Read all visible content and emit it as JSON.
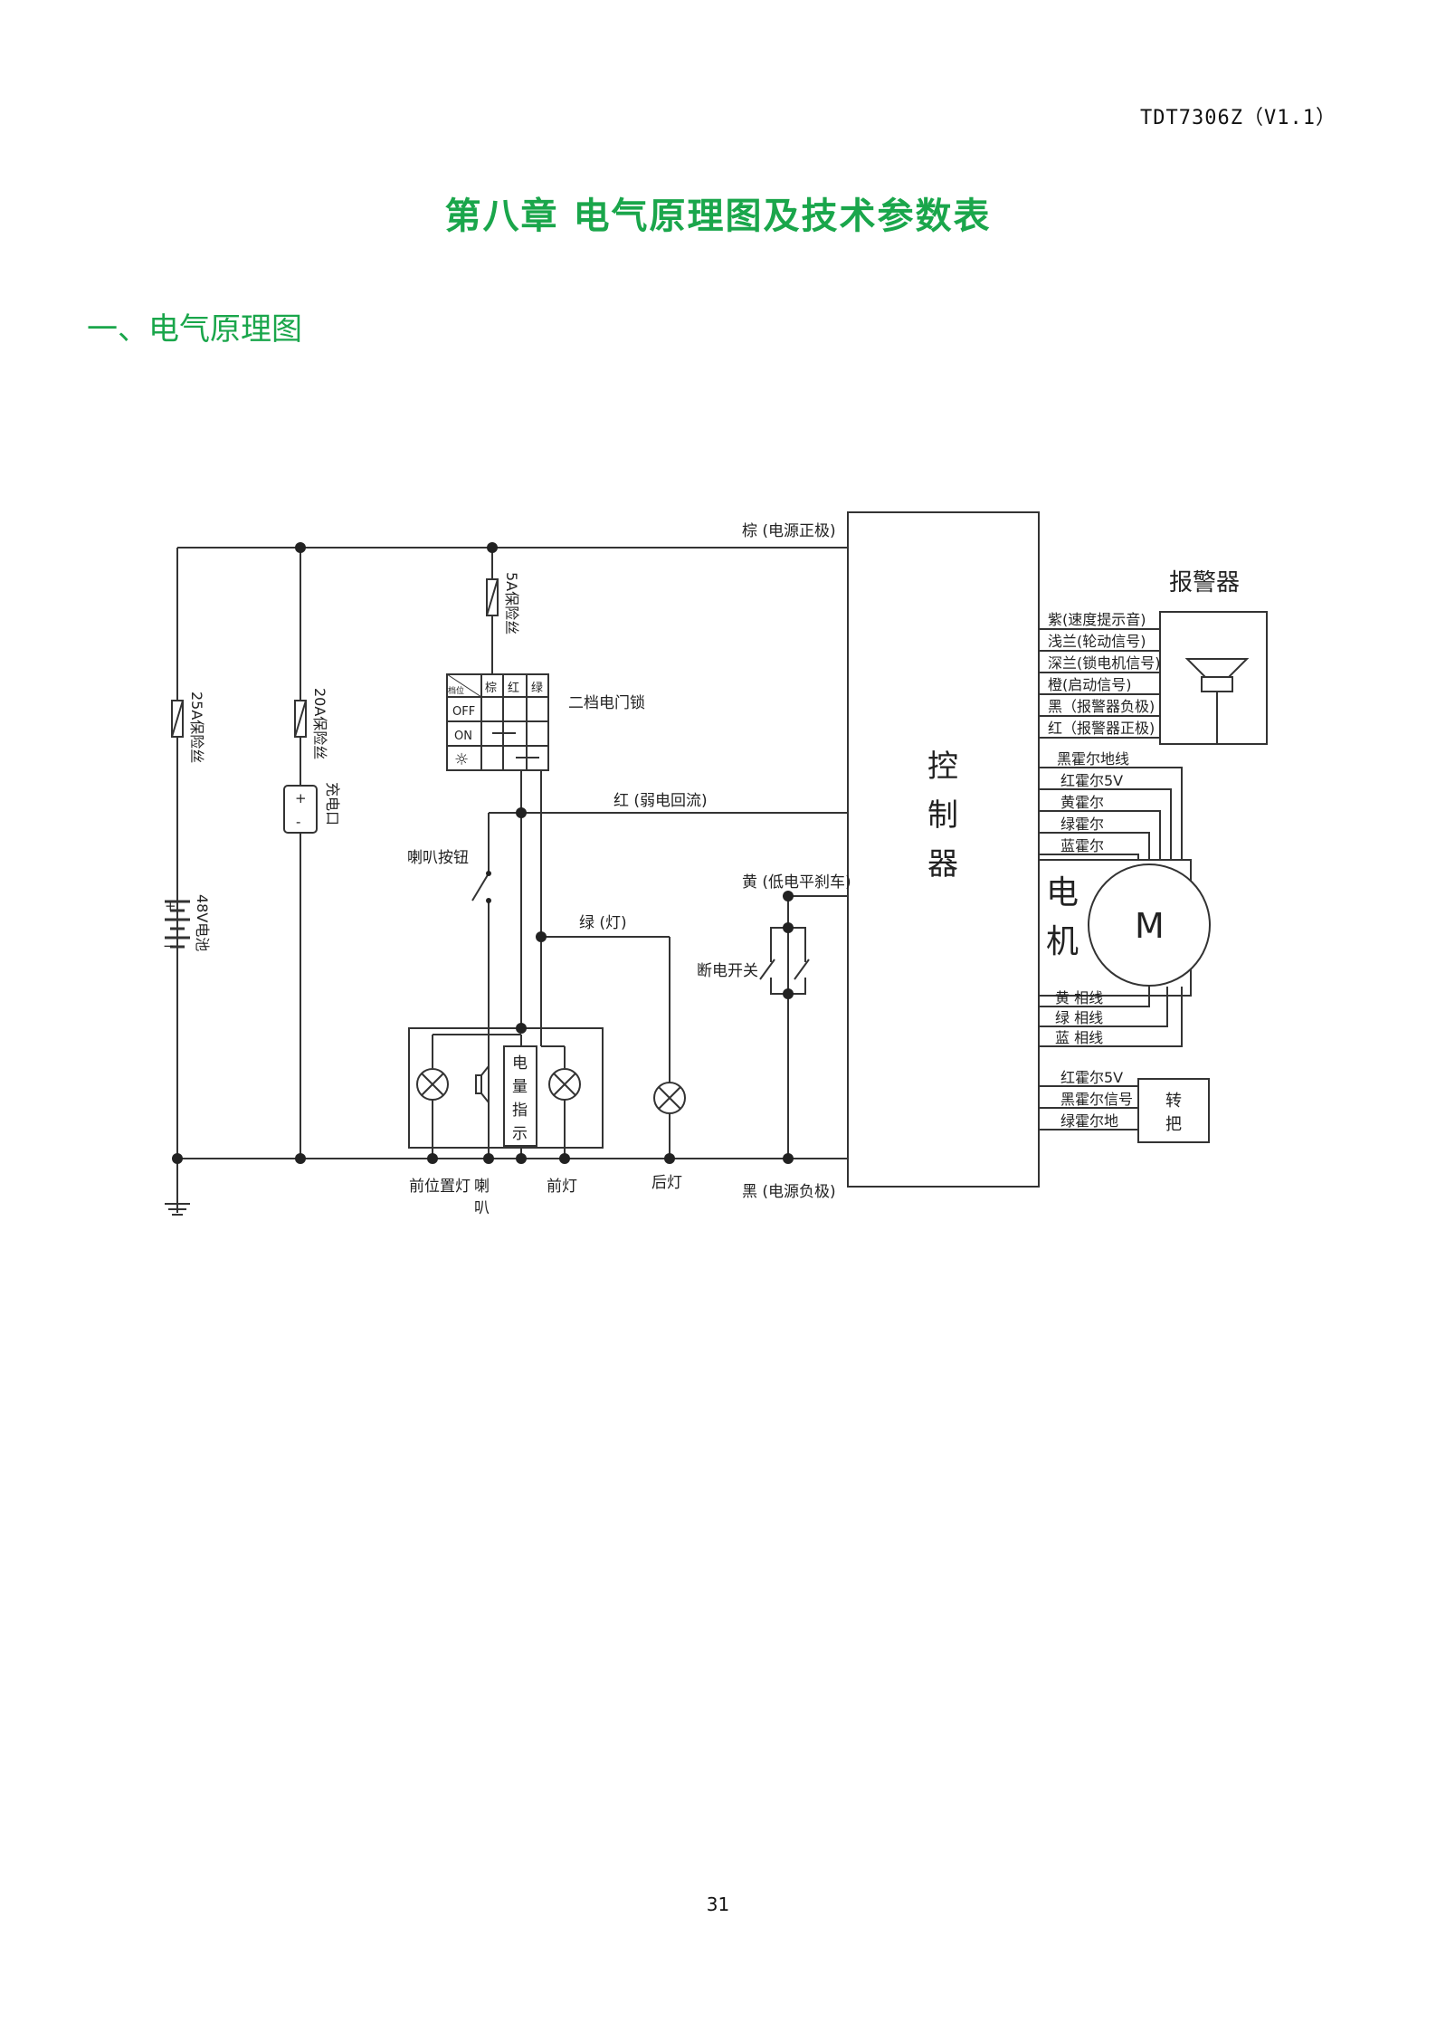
{
  "doc_code": "TDT7306Z（V1.1）",
  "chapter_title": "第八章   电气原理图及技术参数表",
  "section_title": "一、电气原理图",
  "page_number": "31",
  "diagram": {
    "wire_brown_main": "棕 (电源正极)",
    "wire_black_main": "黑 (电源负极)",
    "wire_red_weak": "红 (弱电回流)",
    "wire_green_light": "绿 (灯)",
    "wire_yellow_brake": "黄 (低电平刹车)",
    "fuse_5a": "5A保险丝",
    "fuse_25a": "25A保险丝",
    "fuse_20a": "20A保险丝",
    "battery": "48V电池",
    "charge_port": "充电口",
    "ignition_lock": "二档电门锁",
    "lock_header_gear": "档位",
    "lock_header_brown": "棕",
    "lock_header_red": "红",
    "lock_header_green": "绿",
    "lock_off": "OFF",
    "lock_on": "ON",
    "lock_sun": "☼",
    "horn_button": "喇叭按钮",
    "cut_off_switch": "断电开关",
    "controller": [
      "控",
      "制",
      "器"
    ],
    "motor": [
      "电",
      "机"
    ],
    "motor_symbol": "M",
    "alarm": "报警器",
    "alarm_wires": [
      "紫(速度提示音)",
      "浅兰(轮动信号)",
      "深兰(锁电机信号)",
      "橙(启动信号)",
      "黑（报警器负极)",
      "红（报警器正极)"
    ],
    "hall_wires": [
      "黑霍尔地线",
      "红霍尔5V",
      "黄霍尔",
      "绿霍尔",
      "蓝霍尔"
    ],
    "phase_wires": [
      "黄 相线",
      "绿 相线",
      "蓝 相线"
    ],
    "throttle_wires": [
      "红霍尔5V",
      "黑霍尔信号",
      "绿霍尔地"
    ],
    "throttle": [
      "转",
      "把"
    ],
    "power_indicator": [
      "电",
      "量",
      "指",
      "示"
    ],
    "front_position_lamp": "前位置灯",
    "horn": [
      "喇",
      "叭"
    ],
    "headlight": "前灯",
    "tail_light": "后灯"
  }
}
